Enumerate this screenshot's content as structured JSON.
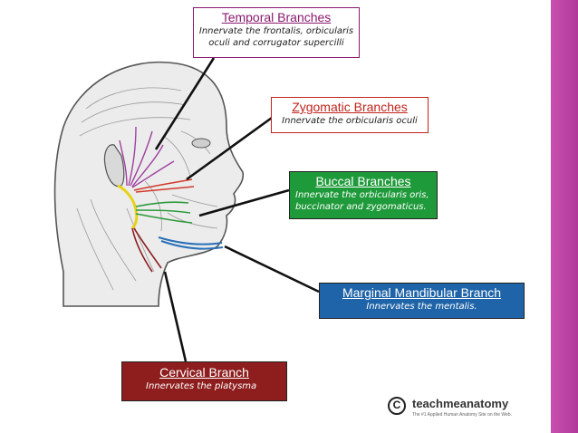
{
  "labels": {
    "temporal": {
      "title": "Temporal Branches",
      "desc_line1": "Innervate the frontalis, orbicularis",
      "desc_line2": "oculi and corrugator supercilli"
    },
    "zygomatic": {
      "title": "Zygomatic Branches",
      "desc_line1": "Innervate the orbicularis oculi"
    },
    "buccal": {
      "title": "Buccal Branches",
      "desc_line1": "Innervate the orbicularis oris,",
      "desc_line2": "buccinator and zygomaticus."
    },
    "marginal": {
      "title": "Marginal Mandibular Branch",
      "desc_line1": "Innervates the mentalis."
    },
    "cervical": {
      "title": "Cervical Branch",
      "desc_line1": "Innervates the platysma"
    }
  },
  "brand": {
    "logo_letter": "C",
    "name": "teachmeanatomy",
    "tagline": "The #1 Applied Human Anatomy Site on the Web."
  },
  "colors": {
    "temporal": "#a040a0",
    "zygomatic": "#d03a2a",
    "buccal": "#2e9a3e",
    "marginal": "#2a70b8",
    "cervical": "#8e1e1e",
    "trunk": "#e6d21a",
    "side_stripe": "#c04aa8"
  }
}
